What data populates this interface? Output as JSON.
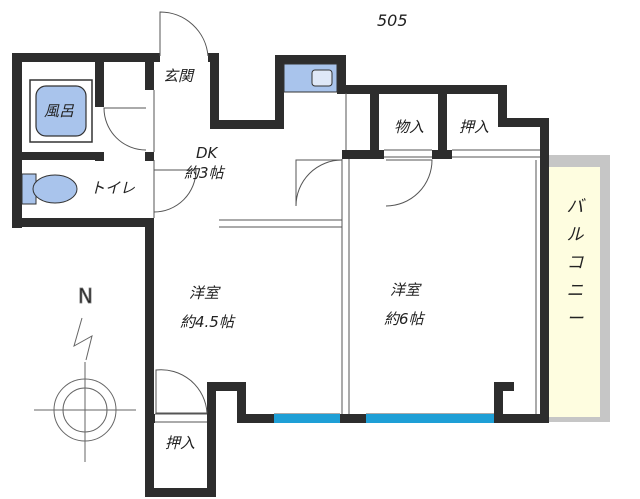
{
  "unit_number": "505",
  "rooms": {
    "entrance": "玄関",
    "bath": "風呂",
    "toilet": "トイレ",
    "dk_name": "DK",
    "dk_size": "約3帖",
    "closet_top_1": "物入",
    "closet_top_2": "押入",
    "western_left_name": "洋室",
    "western_left_size": "約4.5帖",
    "western_right_name": "洋室",
    "western_right_size": "約6帖",
    "closet_bottom": "押入",
    "balcony_chars": [
      "バ",
      "ル",
      "コ",
      "ニ",
      "ー"
    ]
  },
  "compass": {
    "north_label": "N"
  },
  "colors": {
    "wall": "#2d2d2d",
    "balcony_fill": "#fefde0",
    "balcony_edge": "#c6c6c6",
    "window": "#1e9fd6",
    "fixture": "#a9c4ec"
  }
}
